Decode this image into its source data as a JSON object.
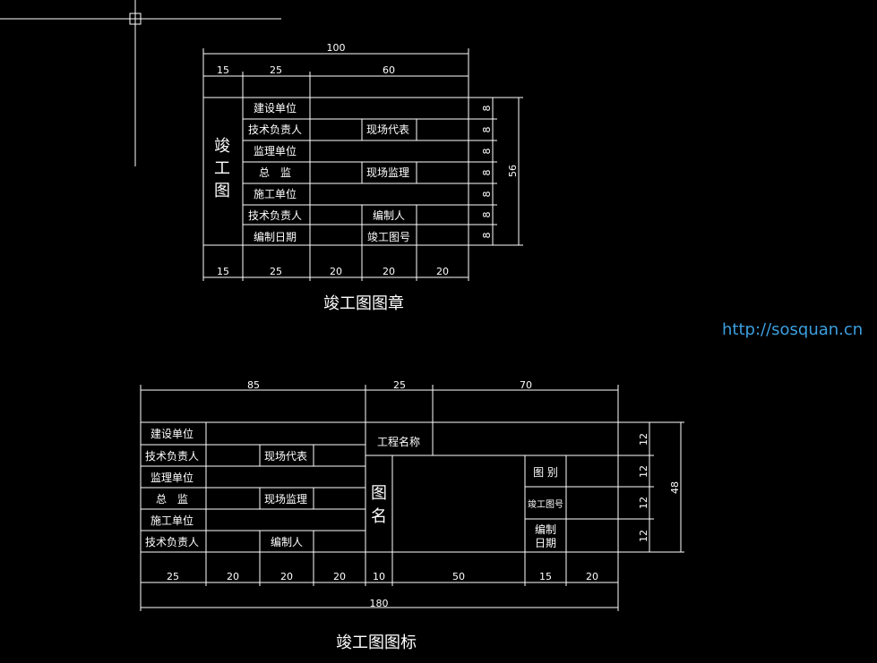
{
  "colors": {
    "background": "#000000",
    "lines": "#ffffff",
    "url": "#3b9fe0"
  },
  "url": "http://sosquan.cn",
  "top_stamp": {
    "title": "竣工图图章",
    "dims": {
      "total_width": "100",
      "w15": "15",
      "w25": "25",
      "w60": "60",
      "w20": "20",
      "row_h": "8",
      "total_height": "56"
    },
    "side_label": [
      "竣",
      "工",
      "图"
    ],
    "rows": [
      "建设单位",
      "技术负责人",
      "监理单位",
      "总　监",
      "施工单位",
      "技术负责人",
      "编制日期"
    ],
    "mid_labels": [
      "现场代表",
      "现场监理",
      "编制人",
      "竣工图号"
    ]
  },
  "bottom_block": {
    "title": "竣工图图标",
    "dims": {
      "w85": "85",
      "w25": "25",
      "w70": "70",
      "w20": "20",
      "w10": "10",
      "w50": "50",
      "w15": "15",
      "total_width": "180",
      "row_h": "12",
      "total_height": "48"
    },
    "rows": [
      "建设单位",
      "技术负责人",
      "监理单位",
      "总　监",
      "施工单位",
      "技术负责人"
    ],
    "mid_labels": [
      "现场代表",
      "现场监理",
      "编制人"
    ],
    "project_name": "工程名称",
    "drawing_name": [
      "图",
      "名"
    ],
    "drawing_type": "图 别",
    "completion_no": "竣工图号",
    "prepare_date": [
      "编制",
      "日期"
    ]
  }
}
